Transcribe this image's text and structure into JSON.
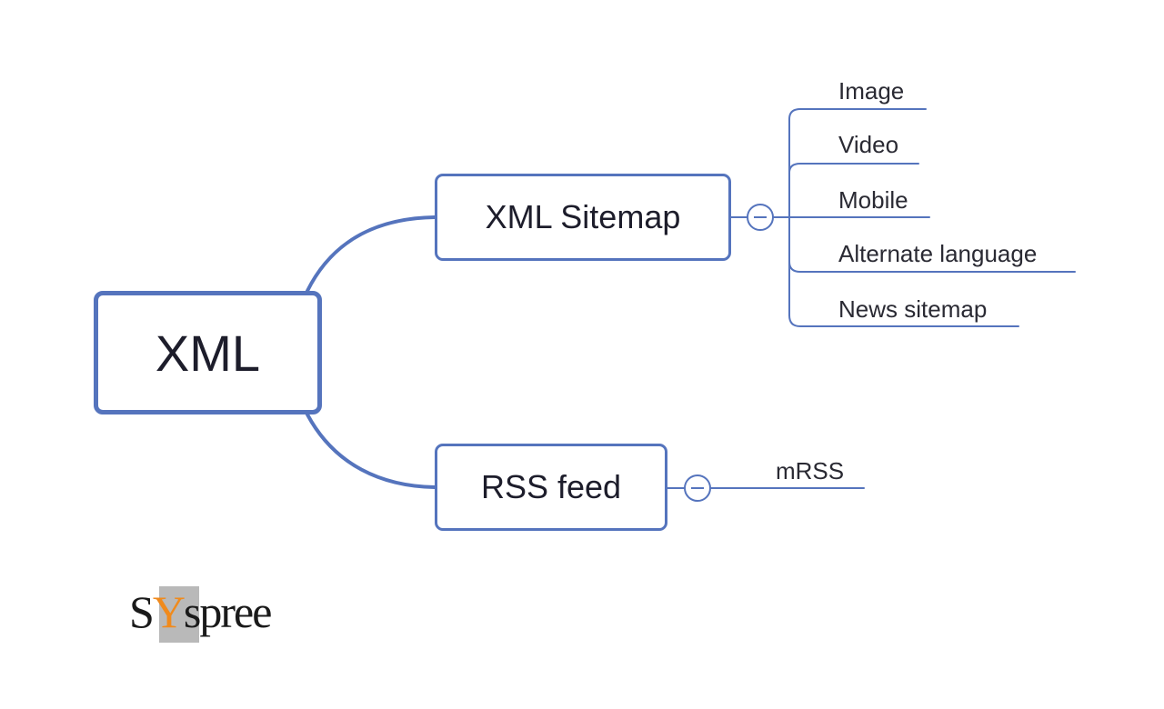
{
  "root": {
    "label": "XML"
  },
  "branches": [
    {
      "label": "XML Sitemap",
      "children": [
        "Image",
        "Video",
        "Mobile",
        "Alternate language",
        "News sitemap"
      ]
    },
    {
      "label": "RSS feed",
      "children": [
        "mRSS"
      ]
    }
  ],
  "logo": {
    "part1": "S",
    "part2": "Y",
    "part3": "spree"
  },
  "colors": {
    "line": "#5574bd",
    "text": "#1d1d2b",
    "logo_accent": "#f08a1c"
  }
}
